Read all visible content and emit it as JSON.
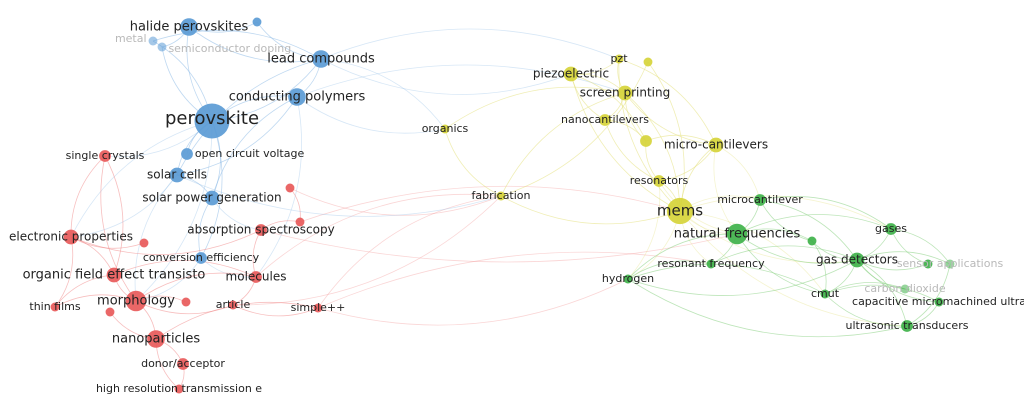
{
  "clusters": {
    "blue": {
      "color": "#5b9bd5",
      "edge": "#8db9e6"
    },
    "red": {
      "color": "#e85a5a",
      "edge": "#f08a8a"
    },
    "yellow": {
      "color": "#d6d43a",
      "edge": "#e3e07a"
    },
    "green": {
      "color": "#3fb24a",
      "edge": "#86cf7f"
    }
  },
  "nodes": [
    {
      "id": "perovskite",
      "label": "perovskite",
      "cluster": "blue",
      "weight": 10
    },
    {
      "id": "halide-perovskites",
      "label": "halide perovskites",
      "cluster": "blue",
      "weight": 4
    },
    {
      "id": "metal",
      "label": "metal",
      "cluster": "blue",
      "weight": 1,
      "faint": true
    },
    {
      "id": "semiconductor-doping",
      "label": "semiconductor doping",
      "cluster": "blue",
      "weight": 1,
      "faint": true
    },
    {
      "id": "lead-compounds",
      "label": "lead compounds",
      "cluster": "blue",
      "weight": 4
    },
    {
      "id": "conducting-polymers",
      "label": "conducting polymers",
      "cluster": "blue",
      "weight": 4
    },
    {
      "id": "open-circuit-voltage",
      "label": "open circuit voltage",
      "cluster": "blue",
      "weight": 2
    },
    {
      "id": "solar-cells",
      "label": "solar cells",
      "cluster": "blue",
      "weight": 3
    },
    {
      "id": "solar-power-generation",
      "label": "solar power generation",
      "cluster": "blue",
      "weight": 3
    },
    {
      "id": "conversion-efficiency",
      "label": "conversion efficiency",
      "cluster": "blue",
      "weight": 2
    },
    {
      "id": "node-blue-top",
      "label": "",
      "cluster": "blue",
      "weight": 1
    },
    {
      "id": "single-crystals",
      "label": "single crystals",
      "cluster": "red",
      "weight": 2
    },
    {
      "id": "electronic-properties",
      "label": "electronic properties",
      "cluster": "red",
      "weight": 3
    },
    {
      "id": "absorption-spectroscopy",
      "label": "absorption spectroscopy",
      "cluster": "red",
      "weight": 2
    },
    {
      "id": "organic-field-effect",
      "label": "organic field effect transisto",
      "cluster": "red",
      "weight": 3
    },
    {
      "id": "molecules",
      "label": "molecules",
      "cluster": "red",
      "weight": 2
    },
    {
      "id": "morphology",
      "label": "morphology",
      "cluster": "red",
      "weight": 5
    },
    {
      "id": "thin-films",
      "label": "thin films",
      "cluster": "red",
      "weight": 1
    },
    {
      "id": "article",
      "label": "article",
      "cluster": "red",
      "weight": 1
    },
    {
      "id": "simple",
      "label": "simple++",
      "cluster": "red",
      "weight": 1
    },
    {
      "id": "nanoparticles",
      "label": "nanoparticles",
      "cluster": "red",
      "weight": 4
    },
    {
      "id": "donor-acceptor",
      "label": "donor/acceptor",
      "cluster": "red",
      "weight": 2
    },
    {
      "id": "high-res-tem",
      "label": "high resolution transmission e",
      "cluster": "red",
      "weight": 1
    },
    {
      "id": "red-a",
      "label": "",
      "cluster": "red",
      "weight": 1
    },
    {
      "id": "red-b",
      "label": "",
      "cluster": "red",
      "weight": 1
    },
    {
      "id": "red-c",
      "label": "",
      "cluster": "red",
      "weight": 1
    },
    {
      "id": "red-d",
      "label": "",
      "cluster": "red",
      "weight": 1
    },
    {
      "id": "red-e",
      "label": "",
      "cluster": "red",
      "weight": 1
    },
    {
      "id": "pzt",
      "label": "pzt",
      "cluster": "yellow",
      "weight": 1
    },
    {
      "id": "piezoelectric",
      "label": "piezoelectric",
      "cluster": "yellow",
      "weight": 3
    },
    {
      "id": "screen-printing",
      "label": "screen printing",
      "cluster": "yellow",
      "weight": 3
    },
    {
      "id": "nanocantilevers",
      "label": "nanocantilevers",
      "cluster": "yellow",
      "weight": 2
    },
    {
      "id": "organics",
      "label": "organics",
      "cluster": "yellow",
      "weight": 1
    },
    {
      "id": "micro-cantilevers",
      "label": "micro-cantilevers",
      "cluster": "yellow",
      "weight": 3
    },
    {
      "id": "resonators",
      "label": "resonators",
      "cluster": "yellow",
      "weight": 2
    },
    {
      "id": "fabrication",
      "label": "fabrication",
      "cluster": "yellow",
      "weight": 1
    },
    {
      "id": "mems",
      "label": "mems",
      "cluster": "yellow",
      "weight": 7
    },
    {
      "id": "yellow-a",
      "label": "",
      "cluster": "yellow",
      "weight": 2
    },
    {
      "id": "yellow-b",
      "label": "",
      "cluster": "yellow",
      "weight": 1
    },
    {
      "id": "microcantilever",
      "label": "microcantilever",
      "cluster": "green",
      "weight": 2
    },
    {
      "id": "natural-frequencies",
      "label": "natural frequencies",
      "cluster": "green",
      "weight": 5
    },
    {
      "id": "resonant-frequency",
      "label": "resonant frequency",
      "cluster": "green",
      "weight": 1
    },
    {
      "id": "hydrogen",
      "label": "hydrogen",
      "cluster": "green",
      "weight": 1
    },
    {
      "id": "gases",
      "label": "gases",
      "cluster": "green",
      "weight": 2
    },
    {
      "id": "gas-detectors",
      "label": "gas detectors",
      "cluster": "green",
      "weight": 3
    },
    {
      "id": "sensor-applications",
      "label": "sensor applications",
      "cluster": "green",
      "weight": 1,
      "faint": true
    },
    {
      "id": "carbon-dioxide",
      "label": "carbon dioxide",
      "cluster": "green",
      "weight": 1,
      "faint": true
    },
    {
      "id": "cmut",
      "label": "cmut",
      "cluster": "green",
      "weight": 1
    },
    {
      "id": "capacitive-micromachined",
      "label": "capacitive micromachined ultra",
      "cluster": "green",
      "weight": 1
    },
    {
      "id": "ultrasonic-transducers",
      "label": "ultrasonic transducers",
      "cluster": "green",
      "weight": 2
    },
    {
      "id": "green-a",
      "label": "",
      "cluster": "green",
      "weight": 1
    },
    {
      "id": "green-b",
      "label": "",
      "cluster": "green",
      "weight": 1
    }
  ],
  "links": [
    [
      "perovskite",
      "halide-perovskites"
    ],
    [
      "perovskite",
      "lead-compounds"
    ],
    [
      "perovskite",
      "conducting-polymers"
    ],
    [
      "perovskite",
      "solar-cells"
    ],
    [
      "perovskite",
      "solar-power-generation"
    ],
    [
      "perovskite",
      "open-circuit-voltage"
    ],
    [
      "perovskite",
      "semiconductor-doping"
    ],
    [
      "perovskite",
      "metal"
    ],
    [
      "perovskite",
      "conversion-efficiency"
    ],
    [
      "halide-perovskites",
      "lead-compounds"
    ],
    [
      "halide-perovskites",
      "semiconductor-doping"
    ],
    [
      "halide-perovskites",
      "node-blue-top"
    ],
    [
      "lead-compounds",
      "conducting-polymers"
    ],
    [
      "lead-compounds",
      "solar-cells"
    ],
    [
      "lead-compounds",
      "organics"
    ],
    [
      "conducting-polymers",
      "solar-power-generation"
    ],
    [
      "conducting-polymers",
      "solar-cells"
    ],
    [
      "conducting-polymers",
      "organics"
    ],
    [
      "solar-cells",
      "solar-power-generation"
    ],
    [
      "solar-power-generation",
      "conversion-efficiency"
    ],
    [
      "metal",
      "lead-compounds"
    ],
    [
      "node-blue-top",
      "lead-compounds"
    ],
    [
      "perovskite",
      "single-crystals"
    ],
    [
      "perovskite",
      "electronic-properties"
    ],
    [
      "perovskite",
      "morphology"
    ],
    [
      "solar-cells",
      "morphology"
    ],
    [
      "solar-cells",
      "electronic-properties"
    ],
    [
      "solar-power-generation",
      "absorption-spectroscopy"
    ],
    [
      "conversion-efficiency",
      "morphology"
    ],
    [
      "conversion-efficiency",
      "molecules"
    ],
    [
      "conducting-polymers",
      "molecules"
    ],
    [
      "single-crystals",
      "electronic-properties"
    ],
    [
      "single-crystals",
      "organic-field-effect"
    ],
    [
      "single-crystals",
      "morphology"
    ],
    [
      "electronic-properties",
      "organic-field-effect"
    ],
    [
      "electronic-properties",
      "absorption-spectroscopy"
    ],
    [
      "electronic-properties",
      "thin-films"
    ],
    [
      "organic-field-effect",
      "morphology"
    ],
    [
      "organic-field-effect",
      "molecules"
    ],
    [
      "organic-field-effect",
      "thin-films"
    ],
    [
      "morphology",
      "nanoparticles"
    ],
    [
      "morphology",
      "article"
    ],
    [
      "morphology",
      "molecules"
    ],
    [
      "morphology",
      "thin-films"
    ],
    [
      "nanoparticles",
      "donor-acceptor"
    ],
    [
      "nanoparticles",
      "high-res-tem"
    ],
    [
      "nanoparticles",
      "simple"
    ],
    [
      "absorption-spectroscopy",
      "molecules"
    ],
    [
      "absorption-spectroscopy",
      "red-a"
    ],
    [
      "red-a",
      "red-b"
    ],
    [
      "molecules",
      "article"
    ],
    [
      "article",
      "simple"
    ],
    [
      "donor-acceptor",
      "high-res-tem"
    ],
    [
      "red-c",
      "morphology"
    ],
    [
      "red-d",
      "electronic-properties"
    ],
    [
      "red-e",
      "nanoparticles"
    ],
    [
      "simple",
      "fabrication"
    ],
    [
      "simple",
      "hydrogen"
    ],
    [
      "simple",
      "resonant-frequency"
    ],
    [
      "article",
      "fabrication"
    ],
    [
      "molecules",
      "fabrication"
    ],
    [
      "red-b",
      "fabrication"
    ],
    [
      "red-a",
      "mems"
    ],
    [
      "absorption-spectroscopy",
      "natural-frequencies"
    ],
    [
      "lead-compounds",
      "pzt"
    ],
    [
      "lead-compounds",
      "piezoelectric"
    ],
    [
      "conducting-polymers",
      "screen-printing"
    ],
    [
      "solar-cells",
      "fabrication"
    ],
    [
      "organics",
      "screen-printing"
    ],
    [
      "organics",
      "fabrication"
    ],
    [
      "pzt",
      "piezoelectric"
    ],
    [
      "pzt",
      "screen-printing"
    ],
    [
      "pzt",
      "micro-cantilevers"
    ],
    [
      "pzt",
      "mems"
    ],
    [
      "piezoelectric",
      "screen-printing"
    ],
    [
      "piezoelectric",
      "nanocantilevers"
    ],
    [
      "piezoelectric",
      "yellow-a"
    ],
    [
      "piezoelectric",
      "mems"
    ],
    [
      "screen-printing",
      "nanocantilevers"
    ],
    [
      "screen-printing",
      "yellow-a"
    ],
    [
      "screen-printing",
      "mems"
    ],
    [
      "screen-printing",
      "micro-cantilevers"
    ],
    [
      "nanocantilevers",
      "yellow-a"
    ],
    [
      "nanocantilevers",
      "resonators"
    ],
    [
      "yellow-a",
      "micro-cantilevers"
    ],
    [
      "yellow-a",
      "resonators"
    ],
    [
      "micro-cantilevers",
      "resonators"
    ],
    [
      "micro-cantilevers",
      "mems"
    ],
    [
      "micro-cantilevers",
      "microcantilever"
    ],
    [
      "micro-cantilevers",
      "natural-frequencies"
    ],
    [
      "resonators",
      "mems"
    ],
    [
      "fabrication",
      "mems"
    ],
    [
      "fabrication",
      "screen-printing"
    ],
    [
      "fabrication",
      "yellow-b"
    ],
    [
      "yellow-b",
      "mems"
    ],
    [
      "mems",
      "natural-frequencies"
    ],
    [
      "mems",
      "microcantilever"
    ],
    [
      "mems",
      "resonant-frequency"
    ],
    [
      "mems",
      "hydrogen"
    ],
    [
      "mems",
      "gas-detectors"
    ],
    [
      "mems",
      "cmut"
    ],
    [
      "mems",
      "ultrasonic-transducers"
    ],
    [
      "mems",
      "gases"
    ],
    [
      "natural-frequencies",
      "microcantilever"
    ],
    [
      "natural-frequencies",
      "resonant-frequency"
    ],
    [
      "natural-frequencies",
      "gas-detectors"
    ],
    [
      "natural-frequencies",
      "gases"
    ],
    [
      "natural-frequencies",
      "cmut"
    ],
    [
      "natural-frequencies",
      "green-a"
    ],
    [
      "natural-frequencies",
      "hydrogen"
    ],
    [
      "microcantilever",
      "gas-detectors"
    ],
    [
      "microcantilever",
      "green-a"
    ],
    [
      "microcantilever",
      "gases"
    ],
    [
      "gas-detectors",
      "gases"
    ],
    [
      "gas-detectors",
      "sensor-applications"
    ],
    [
      "gas-detectors",
      "carbon-dioxide"
    ],
    [
      "gas-detectors",
      "cmut"
    ],
    [
      "gas-detectors",
      "capacitive-micromachined"
    ],
    [
      "gas-detectors",
      "ultrasonic-transducers"
    ],
    [
      "gas-detectors",
      "green-b"
    ],
    [
      "gases",
      "sensor-applications"
    ],
    [
      "gases",
      "green-b"
    ],
    [
      "cmut",
      "capacitive-micromachined"
    ],
    [
      "cmut",
      "ultrasonic-transducers"
    ],
    [
      "capacitive-micromachined",
      "ultrasonic-transducers"
    ],
    [
      "ultrasonic-transducers",
      "sensor-applications"
    ],
    [
      "hydrogen",
      "resonant-frequency"
    ],
    [
      "hydrogen",
      "ultrasonic-transducers"
    ],
    [
      "hydrogen",
      "cmut"
    ],
    [
      "hydrogen",
      "gas-detectors"
    ],
    [
      "resonant-frequency",
      "gas-detectors"
    ],
    [
      "resonators",
      "natural-frequencies"
    ],
    [
      "resonators",
      "hydrogen"
    ],
    [
      "green-a",
      "gas-detectors"
    ],
    [
      "green-a",
      "cmut"
    ],
    [
      "carbon-dioxide",
      "cmut"
    ]
  ]
}
